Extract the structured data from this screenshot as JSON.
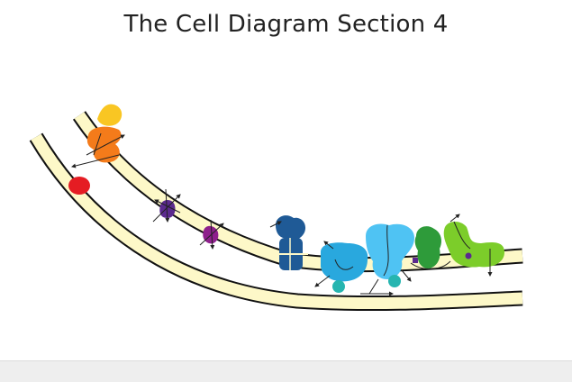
{
  "slide": {
    "title": "The Cell Diagram Section 4"
  },
  "diagram": {
    "membrane_color": "#fdf8c8",
    "outline_color": "#111111",
    "proteins": [
      {
        "name": "yellow-protein",
        "color": "#f9c623"
      },
      {
        "name": "orange-protein",
        "color": "#f47b1a"
      },
      {
        "name": "red-protein",
        "color": "#e51c23"
      },
      {
        "name": "purple-protein",
        "color": "#5b2a8e"
      },
      {
        "name": "magenta-protein",
        "color": "#8e1f8c"
      },
      {
        "name": "navy-protein",
        "color": "#1f5a96"
      },
      {
        "name": "cyan-protein",
        "color": "#29a8de"
      },
      {
        "name": "light-blue-protein",
        "color": "#4fc3f3"
      },
      {
        "name": "green-protein",
        "color": "#2e9b3a"
      },
      {
        "name": "lime-protein",
        "color": "#7ccd2a"
      }
    ]
  }
}
